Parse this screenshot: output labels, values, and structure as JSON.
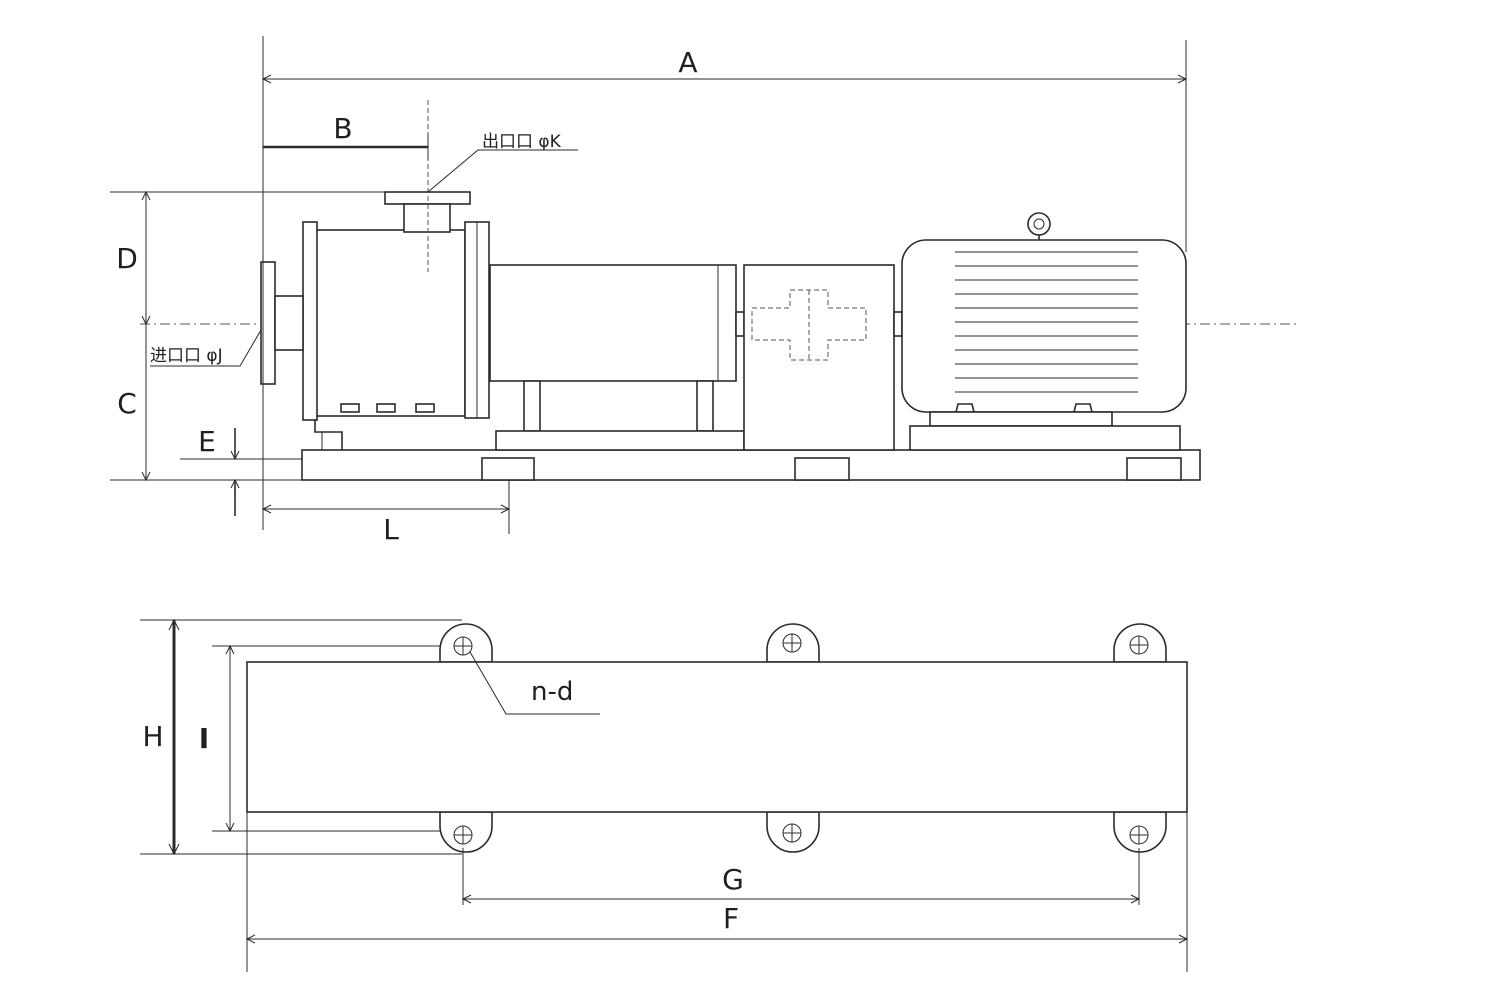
{
  "dimensions": {
    "A": "A",
    "B": "B",
    "C": "C",
    "D": "D",
    "E": "E",
    "L": "L",
    "H": "H",
    "I": "I",
    "G": "G",
    "F": "F"
  },
  "callouts": {
    "outlet": "出口口 φK",
    "inlet": "进口口 φJ",
    "holes": "n-d"
  },
  "colors": {
    "line": "#2b2b2b",
    "background": "#ffffff"
  }
}
